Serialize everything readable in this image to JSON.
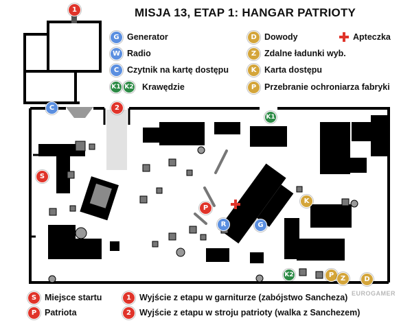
{
  "title": "MISJA 13, ETAP 1: HANGAR PATRIOTY",
  "colors": {
    "blue": "#5b8fe0",
    "gold": "#d4a53a",
    "red": "#e0342a",
    "green": "#2c8a45",
    "wall": "#000000"
  },
  "legend": {
    "generator": {
      "badge": "G",
      "label": "Generator"
    },
    "radio": {
      "badge": "W",
      "label": "Radio"
    },
    "card_reader": {
      "badge": "C",
      "label": "Czytnik na kartę dostępu"
    },
    "edges": {
      "badge1": "K1",
      "badge2": "K2",
      "label": "Krawędzie"
    },
    "evidence": {
      "badge": "D",
      "label": "Dowody"
    },
    "remote_charges": {
      "badge": "Z",
      "label": "Zdalne ładunki wyb."
    },
    "access_card": {
      "badge": "K",
      "label": "Karta dostępu"
    },
    "disguise": {
      "badge": "P",
      "label": "Przebranie ochroniarza fabryki"
    },
    "medkit": {
      "icon": "red-cross-icon",
      "label": "Apteczka"
    },
    "start": {
      "badge": "S",
      "label": "Miejsce startu"
    },
    "patriot": {
      "badge": "P",
      "label": "Patriota"
    },
    "exit1": {
      "badge": "1",
      "label": "Wyjście z etapu w garniturze (zabójstwo Sancheza)"
    },
    "exit2": {
      "badge": "2",
      "label": "Wyjście z etapu w stroju patrioty (walka z Sanchezem)"
    }
  },
  "map_markers": {
    "exit1": "1",
    "exit2": "2",
    "reader": "C",
    "k1": "K1",
    "k2": "K2",
    "start": "S",
    "patriot": "P",
    "radio": "R",
    "generator": "G",
    "access_card": "K",
    "disguise": "P",
    "charges": "Z",
    "evidence": "D"
  },
  "watermark": "EUROGAMER"
}
